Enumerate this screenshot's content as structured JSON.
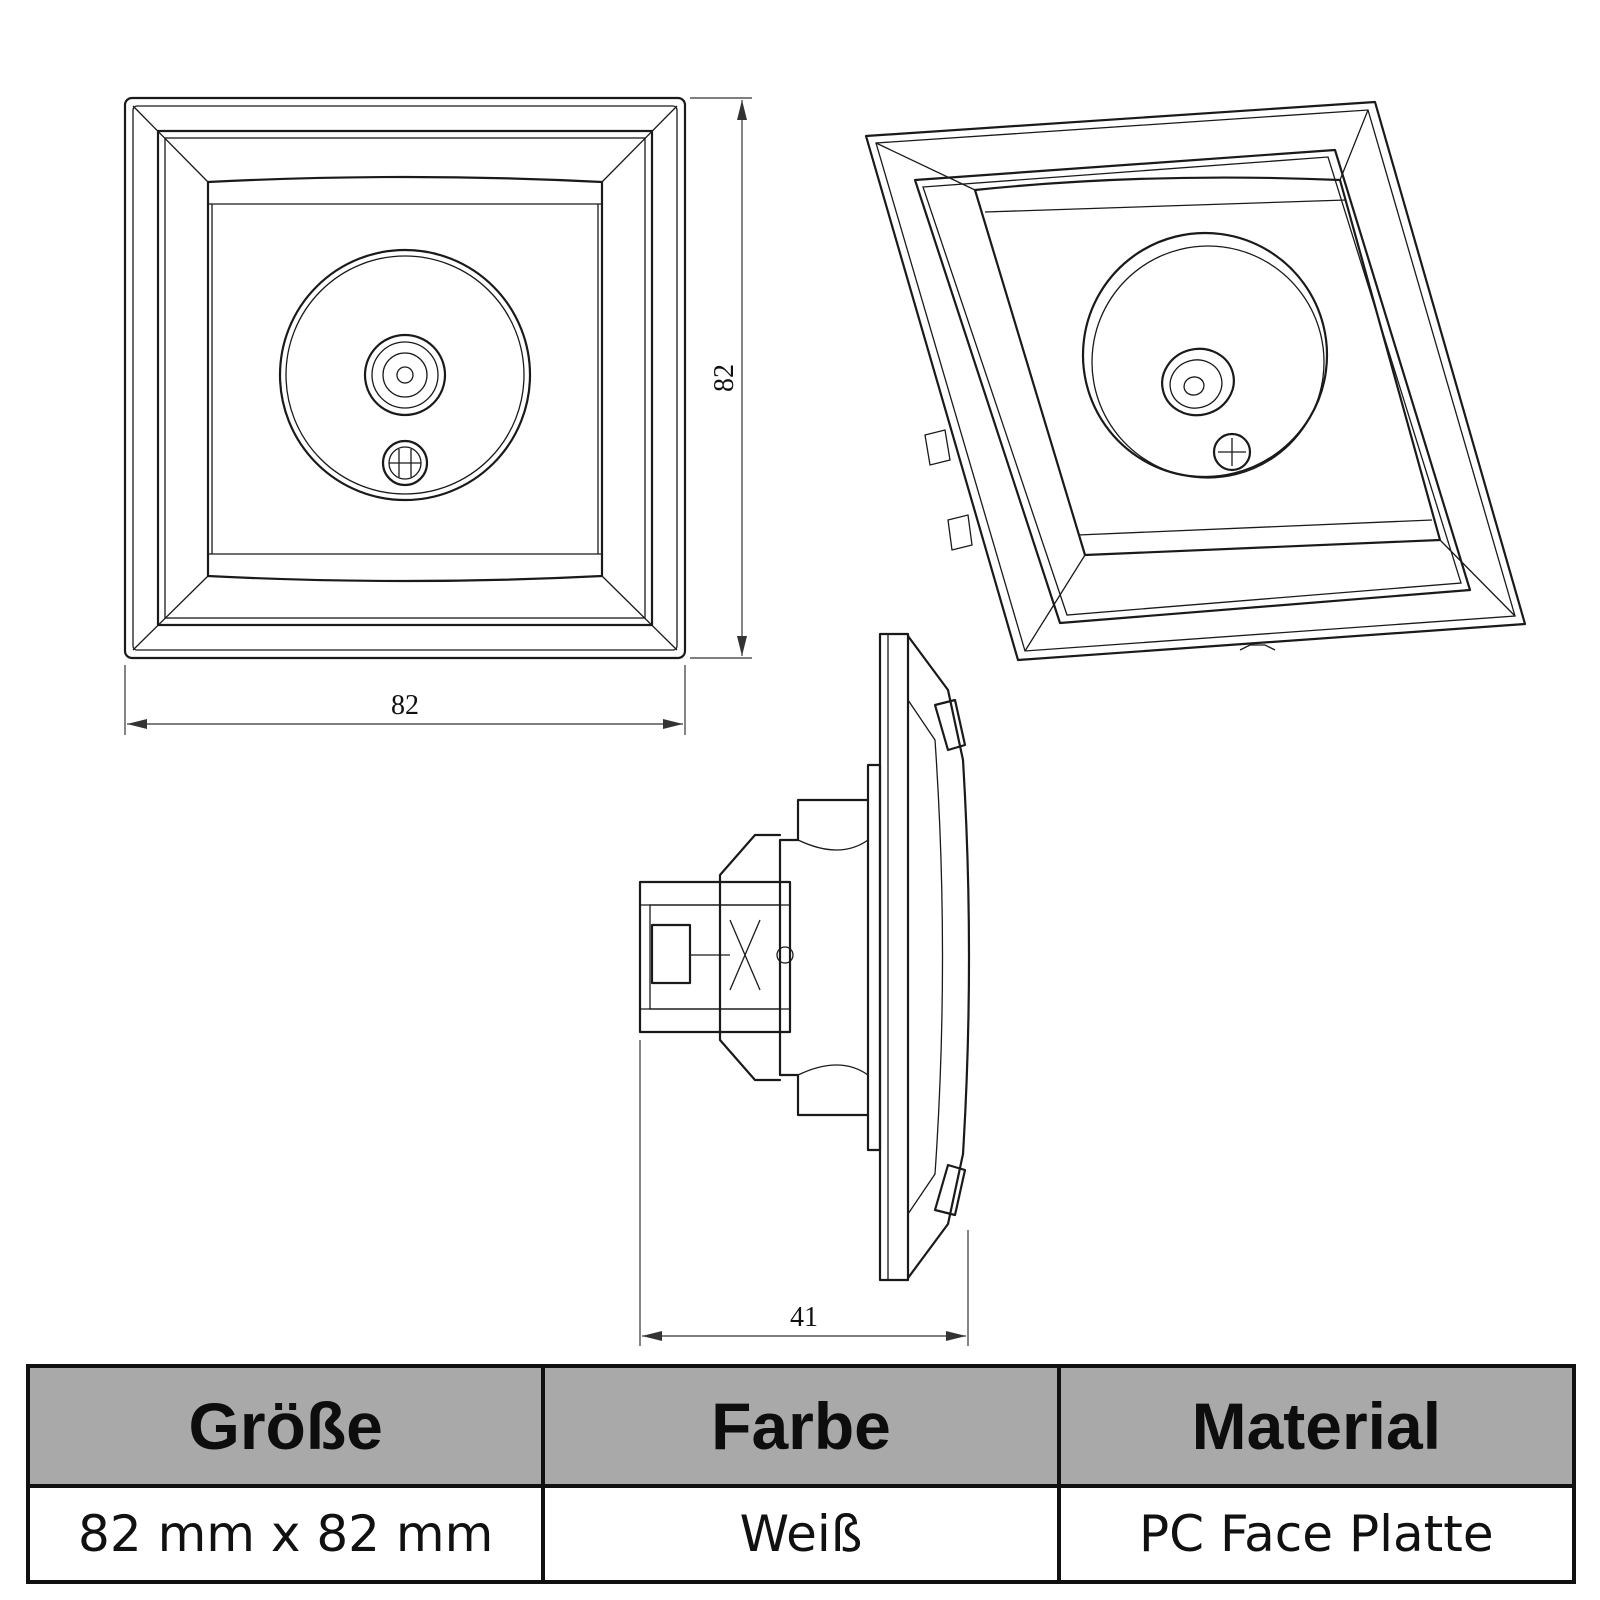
{
  "dimensions": {
    "front_width": "82",
    "front_height": "82",
    "side_depth": "41"
  },
  "table": {
    "headers": [
      "Größe",
      "Farbe",
      "Material"
    ],
    "values": [
      "82 mm x 82 mm",
      "Weiß",
      "PC Face Platte"
    ]
  },
  "colors": {
    "header_bg": "#a9a9a9",
    "line": "#1a1a1a",
    "border": "#111111"
  }
}
